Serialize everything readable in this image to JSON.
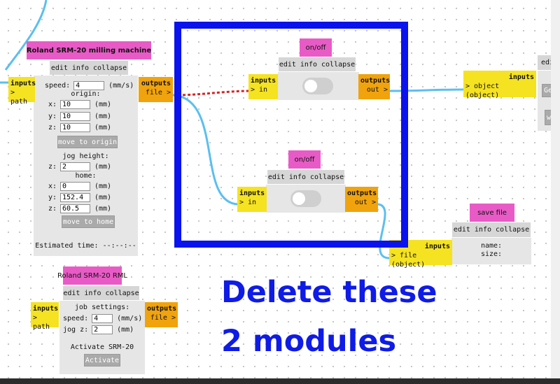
{
  "colors": {
    "title": "#e85bc6",
    "inputs": "#f5e221",
    "outputs": "#f0a30c",
    "highlight": "#0a12ee",
    "wire": "#5bbff0",
    "pending_wire": "#d42424",
    "annotation": "#0f1be6"
  },
  "common": {
    "edit_bar": "edit info collapse",
    "inputs_label": "inputs",
    "outputs_label": "outputs"
  },
  "milling": {
    "title": "Roland SRM-20 milling machine",
    "input_port": "> path",
    "output_port": "file >",
    "speed_label": "speed:",
    "speed_value": "4",
    "speed_unit": "(mm/s)",
    "origin_label": "origin:",
    "origin_x_label": "x:",
    "origin_x_value": "10",
    "origin_x_unit": "(mm)",
    "origin_y_label": "y:",
    "origin_y_value": "10",
    "origin_y_unit": "(mm)",
    "origin_z_label": "z:",
    "origin_z_value": "10",
    "origin_z_unit": "(mm)",
    "move_origin_button": "move to origin",
    "jog_label": "jog height:",
    "jog_z_label": "z:",
    "jog_z_value": "2",
    "jog_z_unit": "(mm)",
    "home_label": "home:",
    "home_x_label": "x:",
    "home_x_value": "0",
    "home_x_unit": "(mm)",
    "home_y_label": "y:",
    "home_y_value": "152.4",
    "home_y_unit": "(mm)",
    "home_z_label": "z:",
    "home_z_value": "60.5",
    "home_z_unit": "(mm)",
    "move_home_button": "move to home",
    "estimated_time": "Estimated time: --:--:--"
  },
  "rml": {
    "title": "Roland SRM-20 RML",
    "input_port": "> path",
    "output_port": "file >",
    "job_settings_label": "job settings:",
    "speed_label": "speed:",
    "speed_value": "4",
    "speed_unit": "(mm/s)",
    "jog_label": "jog z:",
    "jog_value": "2",
    "jog_unit": "(mm)",
    "activate_label": "Activate SRM-20",
    "activate_button": "Activate"
  },
  "onoff_top": {
    "title": "on/off",
    "input_port": "> in",
    "output_port": "out >",
    "toggle_on": false
  },
  "onoff_bottom": {
    "title": "on/off",
    "input_port": "> in",
    "output_port": "out >",
    "toggle_on": false
  },
  "save_file": {
    "title": "save file",
    "input_port": "> file (object)",
    "name_label": "name:",
    "size_label": "size:"
  },
  "right_module": {
    "edit_bar": "edit",
    "input_port": "> object (object)",
    "get_button": "Get",
    "wait_button": "wai"
  },
  "annotation": {
    "line1": "Delete these",
    "line2": "2 modules"
  }
}
